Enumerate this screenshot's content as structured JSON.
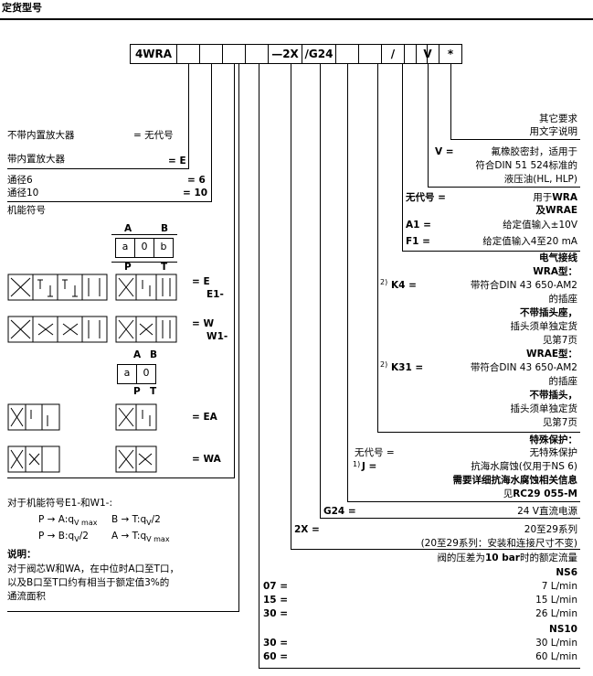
{
  "title": "定货型号",
  "code": {
    "c0": "4WRA",
    "c4": "—2X",
    "c5": "/G24",
    "c7": "/",
    "c8": "V",
    "c9": "*"
  },
  "left": {
    "no_amp": "不带内置放大器",
    "no_amp_code": "= 无代号",
    "with_amp": "带内置放大器",
    "with_amp_code": "= E",
    "ns6": "通径6",
    "ns6_code": "= 6",
    "ns10": "通径10",
    "ns10_code": "= 10",
    "func": "机能符号",
    "pA": "A",
    "pB": "B",
    "pP": "P",
    "pT": "T",
    "ca": "a",
    "c0": "0",
    "cb": "b",
    "e_code": "= E",
    "e1_code": "E1-",
    "w_code": "= W",
    "w1_code": "W1-",
    "ea_code": "= EA",
    "wa_code": "= WA",
    "note1": "对于机能符号E1-和W1-:",
    "f1a": "P → A:q",
    "f1b": "B → T:q",
    "f2a": "P → B:q",
    "f2b": "A → T:q",
    "vmax": "V max",
    "v2": "V",
    "half": "/2",
    "note_h": "说明：",
    "note2": "对于阀芯W和WA，在中位时A口至T口，",
    "note3": "以及B口至T口约有相当于额定值3%的",
    "note4": "通流面积"
  },
  "right": {
    "other1": "其它要求",
    "other2": "用文字说明",
    "v_code": "V =",
    "v1": "氟橡胶密封，适用于",
    "v2": "符合DIN 51 524标准的",
    "v3": "液压油(HL, HLP)",
    "none_code": "无代号 =",
    "none1": "用于WRA",
    "none2": "及WRAE",
    "a1_code": "A1 =",
    "a1": "给定值输入±10V",
    "f1_code": "F1 =",
    "f1": "给定值输入4至20 mA",
    "conn": "电气接线",
    "wra": "WRA型：",
    "sup2": "2)",
    "k4_code": "K4 =",
    "k4a": "带符合DIN 43 650-AM2",
    "k4b": "的插座",
    "k4c": "不带插头座，",
    "k4d": "插头须单独定货",
    "k4e": "见第7页",
    "wrae": "WRAE型：",
    "k31_code": "K31 =",
    "k31a": "带符合DIN 43 650-AM2",
    "k31b": "的插座",
    "k31c": "不带插头，",
    "k31d": "插头须单独定货",
    "k31e": "见第7页",
    "prot": "特殊保护：",
    "prot_none_code": "无代号 =",
    "prot_none": "无特殊保护",
    "sup1": "1)",
    "j_code": "J =",
    "j1": "抗海水腐蚀(仅用于NS 6)",
    "j2": "需要详细抗海水腐蚀相关信息",
    "j3": "见RC29 055-M",
    "g24_code": "G24 =",
    "g24": "24 V直流电源",
    "x2_code": "2X =",
    "x2a": "20至29系列",
    "x2b": "(20至29系列：安装和连接尺寸不变)",
    "flow_h": "阀的压差为10 bar时的额定流量",
    "ns6": "NS6",
    "ns10": "NS10",
    "f07": "07 =",
    "f07v": "7 L/min",
    "f15": "15 =",
    "f15v": "15 L/min",
    "f30": "30 =",
    "f30v": "26 L/min",
    "g30": "30 =",
    "g30v": "30 L/min",
    "g60": "60 =",
    "g60v": "60 L/min"
  }
}
